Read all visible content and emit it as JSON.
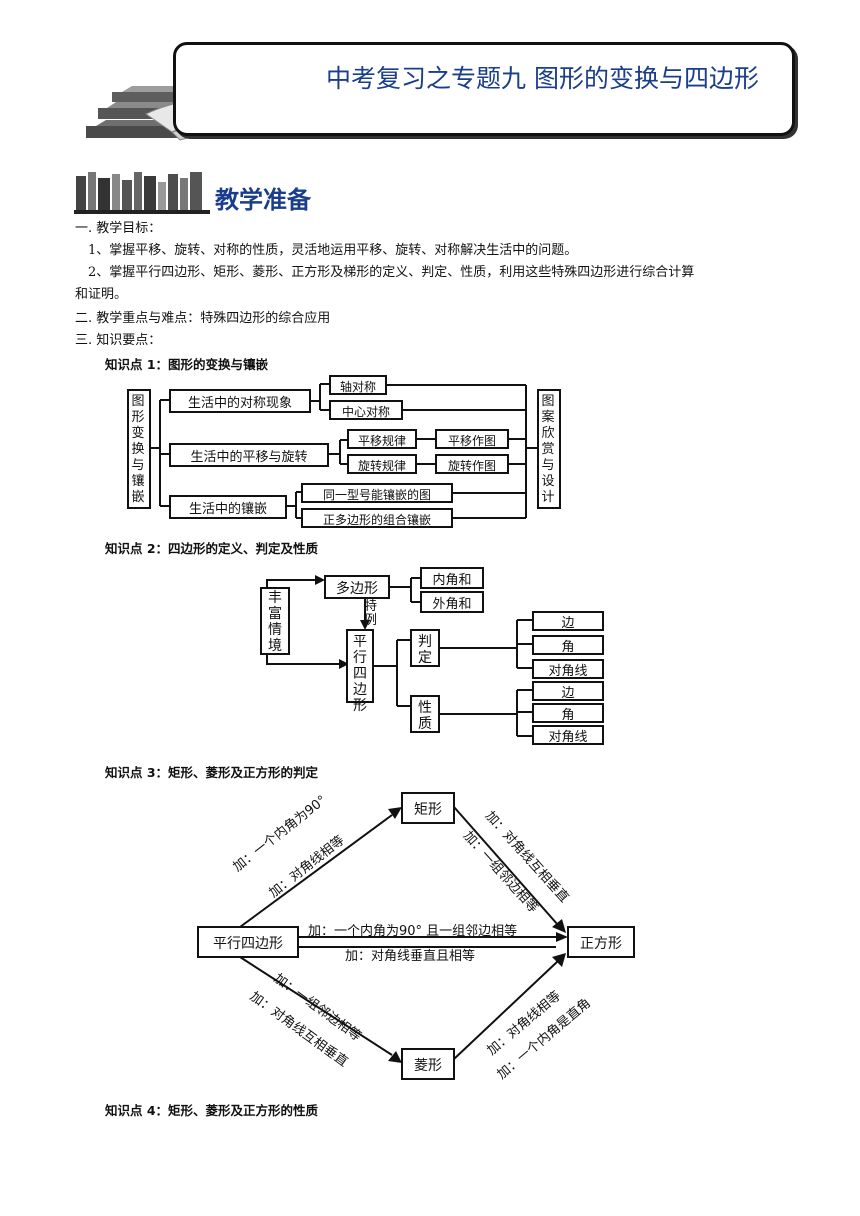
{
  "header": {
    "title": "中考复习之专题九  图形的变换与四边形"
  },
  "section": {
    "heading": "教学准备"
  },
  "content": {
    "p1": "一. 教学目标：",
    "p2": "1、掌握平移、旋转、对称的性质，灵活地运用平移、旋转、对称解决生活中的问题。",
    "p3a": "2、掌握平行四边形、矩形、菱形、正方形及梯形的定义、判定、性质，利用这些特殊四边形进行综合计算",
    "p3b": "和证明。",
    "p4": "二. 教学重点与难点：特殊四边形的综合应用",
    "p5": "三. 知识要点：",
    "kp1": "知识点 1：图形的变换与镶嵌",
    "kp2": "知识点 2：四边形的定义、判定及性质",
    "kp3": "知识点 3：矩形、菱形及正方形的判定",
    "kp4": "知识点 4：矩形、菱形及正方形的性质"
  },
  "d1": {
    "left": "图形变换与镶嵌",
    "right": "图案欣赏与设计",
    "b1": "生活中的对称现象",
    "b2": "生活中的平移与旋转",
    "b3": "生活中的镶嵌",
    "c1": "轴对称",
    "c2": "中心对称",
    "c3": "平移规律",
    "c4": "旋转规律",
    "c5": "平移作图",
    "c6": "旋转作图",
    "c7": "同一型号能镶嵌的图",
    "c8": "正多边形的组合镶嵌"
  },
  "d2": {
    "left": "丰富情境",
    "poly": "多边形",
    "special": "特例",
    "para": "平行四边形",
    "inner": "内角和",
    "outer": "外角和",
    "judge": "判定",
    "prop": "性质",
    "side": "边",
    "angle": "角",
    "diag": "对角线"
  },
  "d3": {
    "rect": "矩形",
    "para": "平行四边形",
    "square": "正方形",
    "rhombus": "菱形",
    "l1a": "加：一个内角为90°",
    "l1b": "加：对角线相等",
    "l2a": "加：对角线互相垂直",
    "l2b": "加：一组邻边相等",
    "l3a": "加：一个内角为90° 且一组邻边相等",
    "l3b": "加：对角线垂直且相等",
    "l4a": "加：一组邻边相等",
    "l4b": "加：对角线互相垂直",
    "l5a": "加：对角线相等",
    "l5b": "加：一个内角是直角"
  }
}
